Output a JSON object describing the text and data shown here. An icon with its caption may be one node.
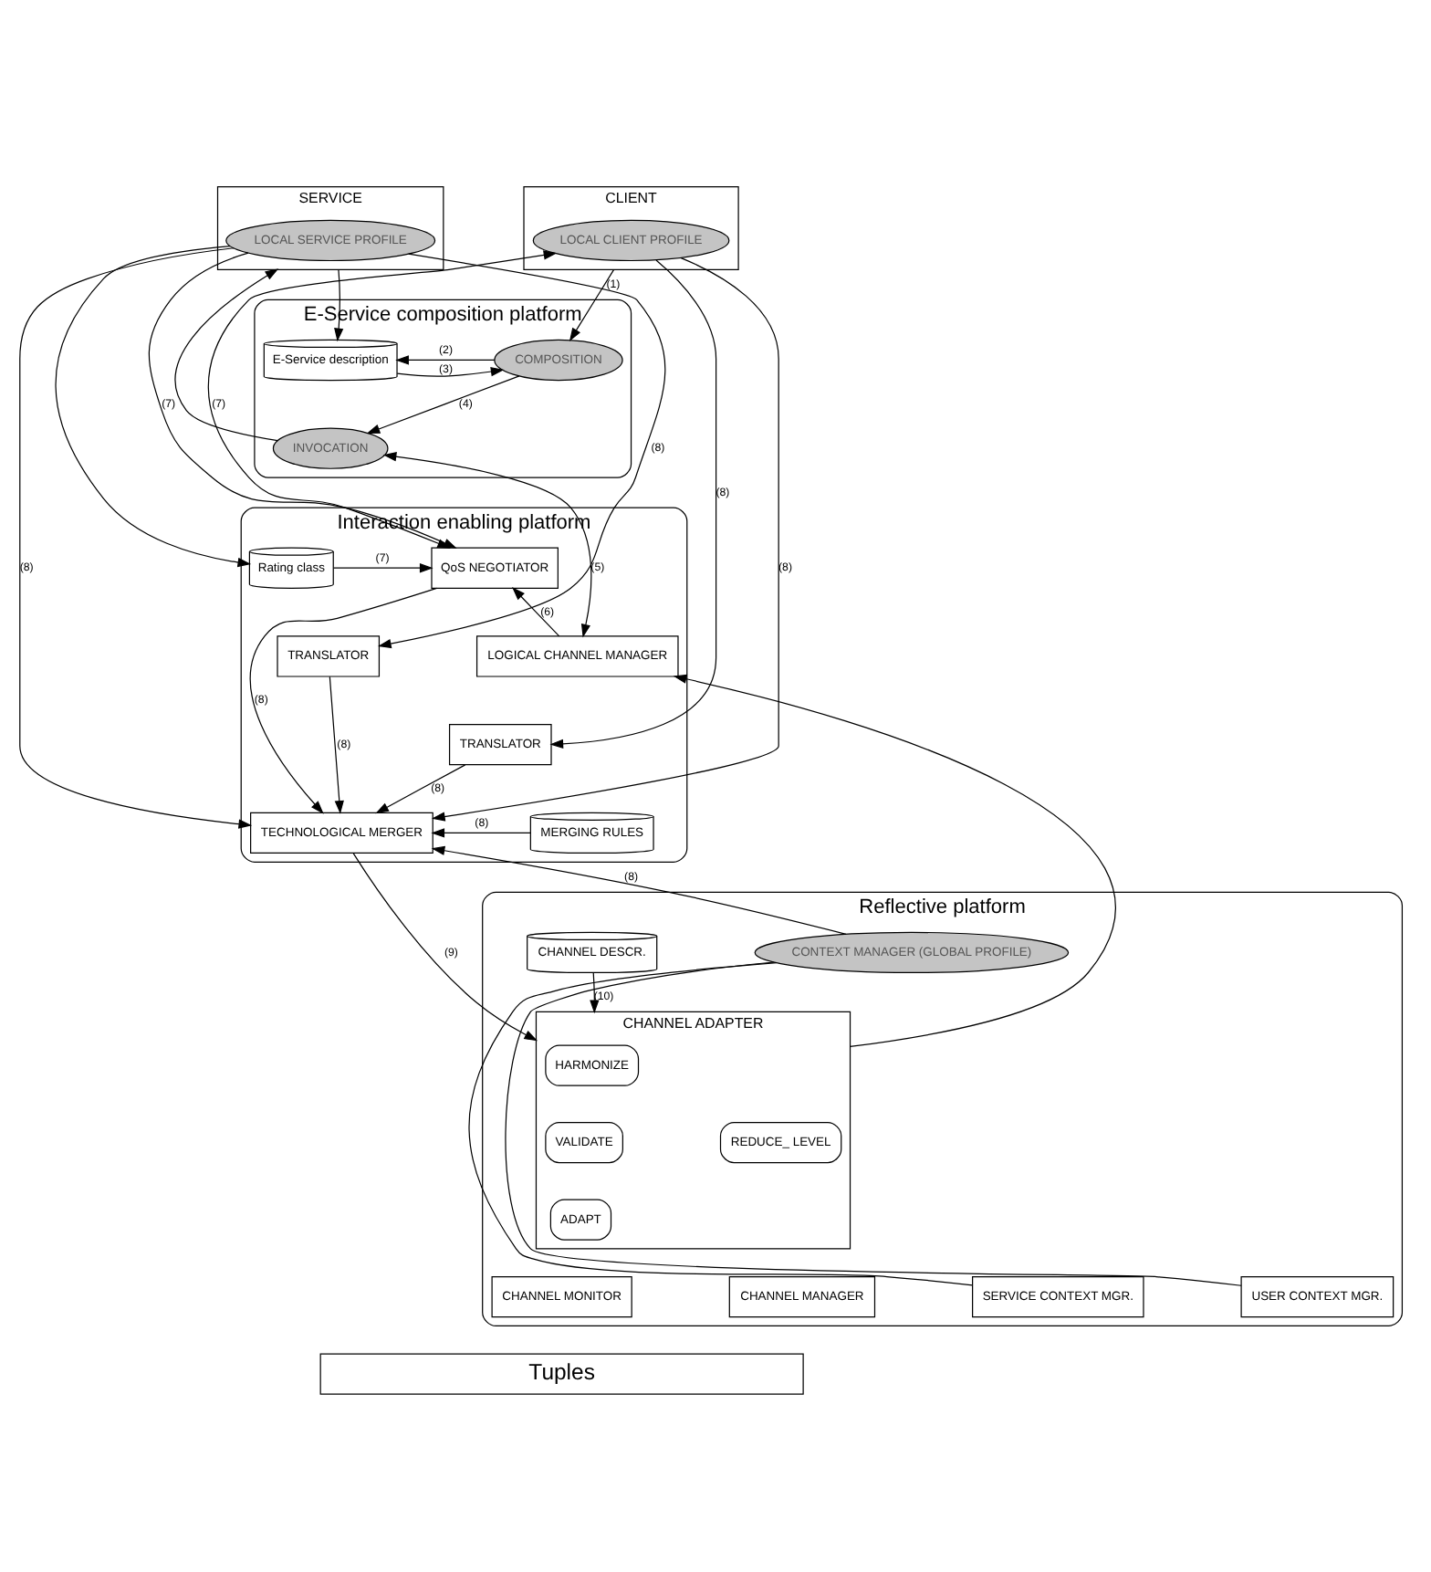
{
  "diagram": {
    "nodes": [
      {
        "text": [
          "SERVICE"
        ]
      },
      {
        "text": [
          "LOCAL SERVICE PROFILE"
        ],
        "in": 0
      },
      {
        "text": [
          "CLIENT"
        ]
      },
      {
        "text": [
          "LOCAL CLIENT PROFILE"
        ],
        "in": 2
      },
      {
        "text": [
          "E-Service composition platform"
        ]
      },
      {
        "text": [
          "E-Service description"
        ],
        "in": 4
      },
      {
        "text": [
          "COMPOSITION"
        ],
        "in": 4
      },
      {
        "text": [
          "INVOCATION"
        ],
        "in": 4
      },
      {
        "text": [
          "Interaction enabling platform"
        ]
      },
      {
        "text": [
          "Rating class"
        ],
        "in": 8
      },
      {
        "text": [
          "QoS NEGOTIATOR"
        ],
        "in": 8
      },
      {
        "text": [
          "LOGICAL CHANNEL MANAGER"
        ],
        "in": 8
      },
      {
        "text": [
          "TRANSLATOR"
        ],
        "in": 8
      },
      {
        "text": [
          "TRANSLATOR"
        ],
        "in": 8
      },
      {
        "text": [
          "TECHNOLOGICAL MERGER"
        ],
        "in": 8
      },
      {
        "text": [
          "MERGING RULES"
        ],
        "in": 8
      },
      {
        "text": [
          "Reflective platform"
        ]
      },
      {
        "text": [
          "CHANNEL DESCR."
        ],
        "in": 16
      },
      {
        "text": [
          "CHANNEL ADAPTER"
        ],
        "in": 16
      },
      {
        "text": [
          "HARMONIZE"
        ],
        "in": 18
      },
      {
        "text": [
          "VALIDATE"
        ],
        "in": 18
      },
      {
        "text": [
          "REDUCE_ LEVEL"
        ],
        "in": 18
      },
      {
        "text": [
          "ADAPT"
        ],
        "in": 18
      },
      {
        "text": [
          "CHANNEL MONITOR"
        ],
        "in": 16
      },
      {
        "text": [
          "CHANNEL MANAGER"
        ],
        "in": 16
      },
      {
        "text": [
          "CONTEXT MANAGER (GLOBAL PROFILE)"
        ],
        "in": 16
      },
      {
        "text": [
          "SERVICE CONTEXT MGR."
        ],
        "in": 16
      },
      {
        "text": [
          "USER CONTEXT MGR."
        ],
        "in": 16
      },
      {
        "text": [
          "Tuples"
        ]
      }
    ],
    "edges": [
      {
        "from": 2,
        "to": 6,
        "arrow": "to",
        "label": "(1)"
      },
      {
        "from": 6,
        "to": 5,
        "arrow": "to",
        "label": "(2)"
      },
      {
        "from": 5,
        "to": 6,
        "arrow": "to",
        "label": "(3)"
      },
      {
        "from": 6,
        "to": 7,
        "arrow": "to",
        "label": "(4)"
      },
      {
        "from": 0,
        "to": 5,
        "arrow": "to"
      },
      {
        "from": 7,
        "to": 0,
        "arrow": "to"
      },
      {
        "from": 7,
        "to": 11,
        "arrow": "both",
        "label": "(5)"
      },
      {
        "from": 10,
        "to": 3,
        "arrow": "both",
        "label": "(7)"
      },
      {
        "from": 1,
        "to": 9,
        "arrow": "to"
      },
      {
        "from": 9,
        "to": 10,
        "arrow": "to",
        "label": "(7)"
      },
      {
        "from": 1,
        "to": 10,
        "arrow": "to",
        "label": "(7)"
      },
      {
        "from": 11,
        "to": 10,
        "arrow": "to",
        "label": "(6)"
      },
      {
        "from": 1,
        "to": 12,
        "arrow": "to",
        "label": "(8)"
      },
      {
        "from": 1,
        "to": 14,
        "arrow": "to",
        "label": "(8)"
      },
      {
        "from": 12,
        "to": 14,
        "arrow": "to",
        "label": "(8)"
      },
      {
        "from": 10,
        "to": 14,
        "arrow": "to",
        "label": "(8)"
      },
      {
        "from": 3,
        "to": 13,
        "arrow": "to",
        "label": "(8)"
      },
      {
        "from": 13,
        "to": 14,
        "arrow": "to",
        "label": "(8)"
      },
      {
        "from": 3,
        "to": 14,
        "arrow": "to",
        "label": "(8)"
      },
      {
        "from": 15,
        "to": 14,
        "arrow": "to",
        "label": "(8)"
      },
      {
        "from": 14,
        "to": 18,
        "arrow": "to",
        "label": "(9)"
      },
      {
        "from": 25,
        "to": 14,
        "arrow": "to",
        "label": "(8)"
      },
      {
        "from": 18,
        "to": 11,
        "arrow": "to"
      },
      {
        "from": 17,
        "to": 18,
        "arrow": "to",
        "label": "(10)"
      },
      {
        "from": 26,
        "to": 25,
        "arrow": "none"
      },
      {
        "from": 27,
        "to": 25,
        "arrow": "none"
      }
    ]
  }
}
